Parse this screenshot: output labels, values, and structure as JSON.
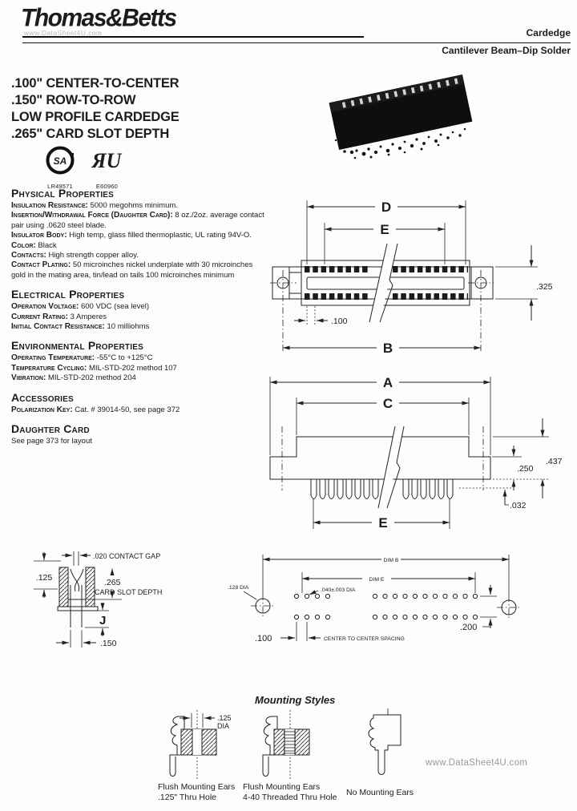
{
  "header": {
    "logo": "Thomas&Betts",
    "family": "Cardedge",
    "type": "Cantilever Beam–Dip Solder",
    "watermark_top": "www.DataSheet4U.com",
    "watermark_bottom": "www.DataSheet4U.com"
  },
  "title_block": {
    "line1": ".100\" CENTER-TO-CENTER",
    "line2": ".150\" ROW-TO-ROW",
    "line3": "LOW PROFILE CARDEDGE",
    "line4": ".265\" CARD SLOT DEPTH"
  },
  "certifications": {
    "csa_file": "LR49571",
    "ul_file": "E60960"
  },
  "physical": {
    "heading": "Physical Properties",
    "items": [
      {
        "label": "Insulation Resistance:",
        "text": " 5000 megohms minimum."
      },
      {
        "label": "Insertion/Withdrawal Force (Daughter Card):",
        "text": " 8 oz./2oz. average contact pair using .0620 steel blade."
      },
      {
        "label": "Insulator Body:",
        "text": " High temp, glass filled thermoplastic, UL rating 94V-O."
      },
      {
        "label": "Color:",
        "text": " Black"
      },
      {
        "label": "Contacts:",
        "text": " High strength copper alloy."
      },
      {
        "label": "Contact Plating:",
        "text": " 50 microinches nickel underplate with 30 microinches gold in the mating area, tin/lead on tails 100 microinches minimum"
      }
    ]
  },
  "electrical": {
    "heading": "Electrical Properties",
    "items": [
      {
        "label": "Operation Voltage:",
        "text": " 600 VDC (sea level)"
      },
      {
        "label": "Current Rating:",
        "text": " 3 Amperes"
      },
      {
        "label": "Initial Contact Resistance:",
        "text": " 10 milliohms"
      }
    ]
  },
  "environmental": {
    "heading": "Environmental Properties",
    "items": [
      {
        "label": "Operating Temperature:",
        "text": " -55°C to +125°C"
      },
      {
        "label": "Temperature Cycling:",
        "text": " MIL-STD-202 method 107"
      },
      {
        "label": "Vibration:",
        "text": " MIL-STD-202 method 204"
      }
    ]
  },
  "accessories": {
    "heading": "Accessories",
    "items": [
      {
        "label": "Polarization Key:",
        "text": " Cat. # 39014-50, see page 372"
      }
    ]
  },
  "daughter_card": {
    "heading": "Daughter Card",
    "note": "See page 373 for layout"
  },
  "top_view": {
    "dim_d": "D",
    "dim_e": "E",
    "dim_b": "B",
    "dim_height": ".325",
    "dim_pitch": ".100"
  },
  "side_view": {
    "dim_a": "A",
    "dim_c": "C",
    "dim_e": "E",
    "dim_437": ".437",
    "dim_250": ".250",
    "dim_032": ".032"
  },
  "cross_section": {
    "gap": ".020 CONTACT GAP",
    "dim_125": ".125",
    "depth": ".265",
    "depth_label": "CARD SLOT DEPTH",
    "dim_j": "J",
    "dim_150": ".150"
  },
  "pcb": {
    "dim_b": "DIM B",
    "dim_e": "DIM E",
    "hole_dia": ".040±.003 DIA",
    "mount_dia": ".128 DIA",
    "dim_200": ".200",
    "dim_100": ".100",
    "note": "CENTER TO CENTER SPACING"
  },
  "mounting": {
    "title": "Mounting Styles",
    "dim_125": ".125",
    "dim_dia": "DIA",
    "styles": [
      {
        "line1": "Flush Mounting Ears",
        "line2": ".125\" Thru Hole"
      },
      {
        "line1": "Flush Mounting Ears",
        "line2": "4-40 Threaded Thru Hole"
      },
      {
        "line1": "No Mounting Ears",
        "line2": ""
      }
    ]
  }
}
